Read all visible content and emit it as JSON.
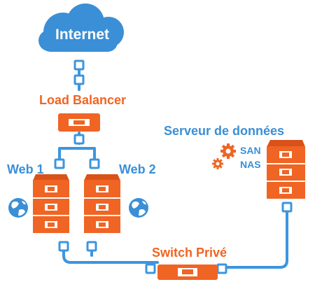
{
  "colors": {
    "orange": "#f06424",
    "orange_dark": "#d9521a",
    "blue": "#3a8fd6",
    "line_blue": "#3d95de",
    "white": "#ffffff"
  },
  "nodes": {
    "internet": {
      "label": "Internet",
      "icon": "cloud-icon"
    },
    "load_balancer": {
      "label": "Load Balancer",
      "icon": "server-unit-icon"
    },
    "web1": {
      "label": "Web 1",
      "icon": "server-stack-icon",
      "badge_icon": "globe-icon"
    },
    "web2": {
      "label": "Web 2",
      "icon": "server-stack-icon",
      "badge_icon": "globe-icon"
    },
    "data_server": {
      "label": "Serveur de données",
      "icon": "server-stack-icon",
      "badge_icon": "gears-icon"
    },
    "switch": {
      "label": "Switch Privé",
      "icon": "switch-unit-icon"
    }
  },
  "storage": {
    "san": "SAN",
    "nas": "NAS"
  }
}
